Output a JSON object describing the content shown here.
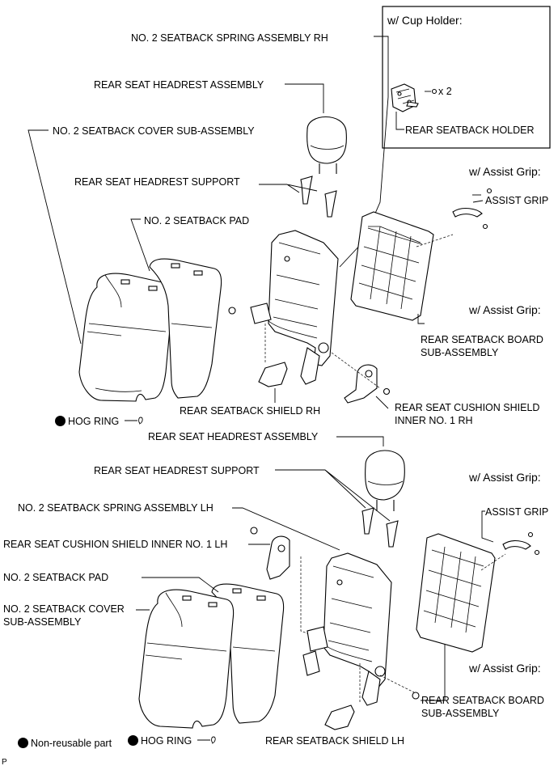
{
  "labels": {
    "cup_holder_title": "w/ Cup Holder:",
    "x2": "x 2",
    "rear_seatback_holder": "REAR SEATBACK HOLDER",
    "spring_rh": "NO. 2 SEATBACK SPRING ASSEMBLY RH",
    "headrest_top": "REAR SEAT HEADREST ASSEMBLY",
    "cover_top": "NO. 2 SEATBACK COVER SUB-ASSEMBLY",
    "support_top": "REAR SEAT HEADREST SUPPORT",
    "pad_top": "NO. 2 SEATBACK PAD",
    "assist_grip_1": "w/ Assist Grip:",
    "assist_grip_label_top": "ASSIST GRIP",
    "assist_grip_2": "w/ Assist Grip:",
    "board_top": "REAR SEATBACK BOARD SUB-ASSEMBLY",
    "shield_rh": "REAR SEATBACK SHIELD RH",
    "cushion_shield_rh": "REAR SEAT CUSHION SHIELD INNER NO. 1 RH",
    "hog_ring_top": "HOG RING",
    "headrest_bottom": "REAR SEAT HEADREST ASSEMBLY",
    "support_bottom": "REAR SEAT HEADREST SUPPORT",
    "assist_grip_3": "w/ Assist Grip:",
    "spring_lh": "NO. 2 SEATBACK SPRING ASSEMBLY LH",
    "assist_grip_label_bottom": "ASSIST GRIP",
    "cushion_shield_lh": "REAR SEAT CUSHION SHIELD INNER NO. 1 LH",
    "pad_bottom": "NO. 2 SEATBACK PAD",
    "cover_bottom": "NO. 2 SEATBACK COVER SUB-ASSEMBLY",
    "assist_grip_4": "w/ Assist Grip:",
    "board_bottom": "REAR SEATBACK BOARD SUB-ASSEMBLY",
    "non_reusable": "Non-reusable part",
    "hog_ring_bottom": "HOG RING",
    "shield_lh": "REAR SEATBACK SHIELD LH",
    "corner_mark": "P"
  },
  "icons": {
    "non_reusable_symbol": "filled-circle-icon",
    "hog_ring_symbol": "hog-ring-icon"
  }
}
